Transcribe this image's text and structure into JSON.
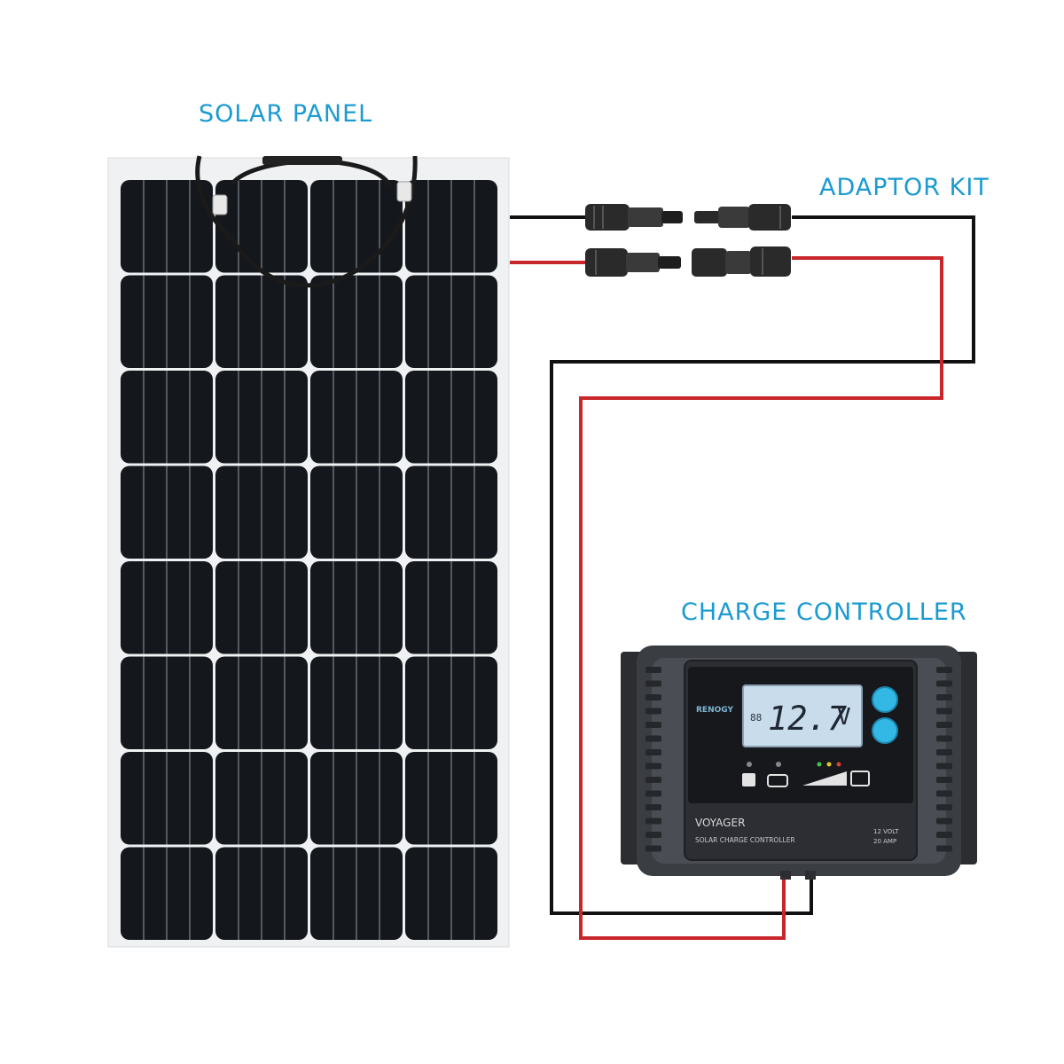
{
  "labels": {
    "solar_panel": "SOLAR PANEL",
    "adaptor_kit": "ADAPTOR KIT",
    "charge_controller": "CHARGE CONTROLLER"
  },
  "controller": {
    "brand": "RENOGY",
    "lcd_prefix": "88",
    "reading": "12.7",
    "unit": "V",
    "model": "VOYAGER",
    "subtitle": "SOLAR CHARGE CONTROLLER",
    "spec_voltage": "12 VOLT",
    "spec_amp": "20 AMP"
  },
  "colors": {
    "label": "#1b9bd1",
    "positive_wire": "#c8262a",
    "negative_wire": "#111111",
    "button": "#33b8e6",
    "lcd": "#c9dceb"
  }
}
